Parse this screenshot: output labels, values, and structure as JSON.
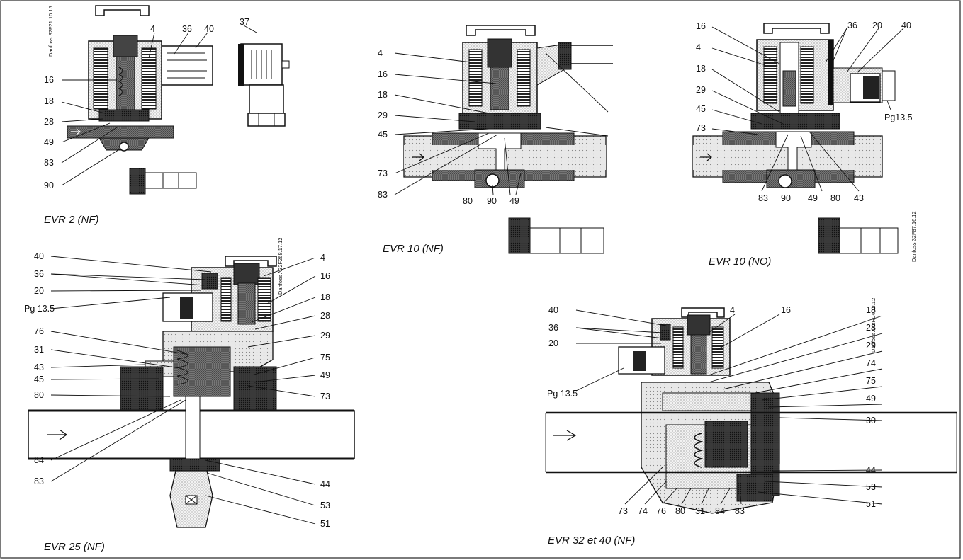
{
  "figures": {
    "evr2": {
      "caption": "EVR 2 (NF)",
      "code": "Danfoss 32F21.10.15",
      "labels": [
        "4",
        "36",
        "40",
        "37",
        "16",
        "18",
        "28",
        "49",
        "83",
        "90"
      ]
    },
    "evr10nf": {
      "caption": "EVR 10 (NF)",
      "labels": [
        "4",
        "16",
        "18",
        "29",
        "45",
        "73",
        "83",
        "80",
        "90",
        "49"
      ]
    },
    "evr10no": {
      "caption": "EVR 10 (NO)",
      "code": "Danfoss 32F87.16.12",
      "labels": [
        "16",
        "4",
        "18",
        "29",
        "45",
        "73",
        "36",
        "20",
        "40",
        "Pg13.5",
        "83",
        "90",
        "49",
        "80",
        "43"
      ]
    },
    "evr25": {
      "caption": "EVR 25 (NF)",
      "code": "Danfoss A32F268.17.12",
      "labels": [
        "40",
        "36",
        "20",
        "Pg 13.5",
        "76",
        "31",
        "43",
        "45",
        "80",
        "84",
        "83",
        "4",
        "16",
        "18",
        "28",
        "29",
        "75",
        "49",
        "73",
        "44",
        "53",
        "51"
      ]
    },
    "evr32": {
      "caption": "EVR 32 et 40 (NF)",
      "code": "Danfoss A42H04.18.12",
      "labels": [
        "40",
        "36",
        "20",
        "Pg 13.5",
        "4",
        "16",
        "18",
        "28",
        "29",
        "74",
        "75",
        "49",
        "30",
        "44",
        "53",
        "51",
        "73",
        "74",
        "76",
        "80",
        "31",
        "84",
        "83"
      ]
    }
  }
}
